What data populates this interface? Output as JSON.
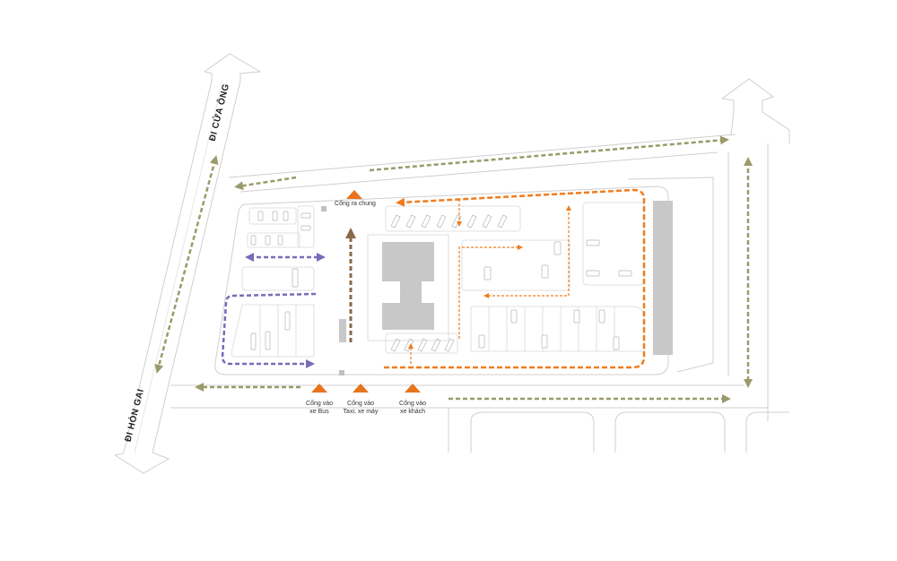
{
  "roads": {
    "to_cua_ong": "ĐI CỬA ÔNG",
    "to_hon_gai": "ĐI HÒN GAI"
  },
  "gates": {
    "exit_common": "Cổng ra chung",
    "bus_entry_line1": "Cổng vào",
    "bus_entry_line2": "xe Bus",
    "taxi_entry_line1": "Cổng vào",
    "taxi_entry_line2": "Taxi, xe máy",
    "passenger_entry_line1": "Cổng vào",
    "passenger_entry_line2": "xe khách"
  },
  "colors": {
    "road_flow": "#9a9a6a",
    "passenger_flow": "#f07c1e",
    "bus_flow": "#7a6aba",
    "taxi_flow": "#8a6a4a",
    "building": "#c8c8c8",
    "outline": "#cfcfcf",
    "gate": "#e8731c"
  }
}
